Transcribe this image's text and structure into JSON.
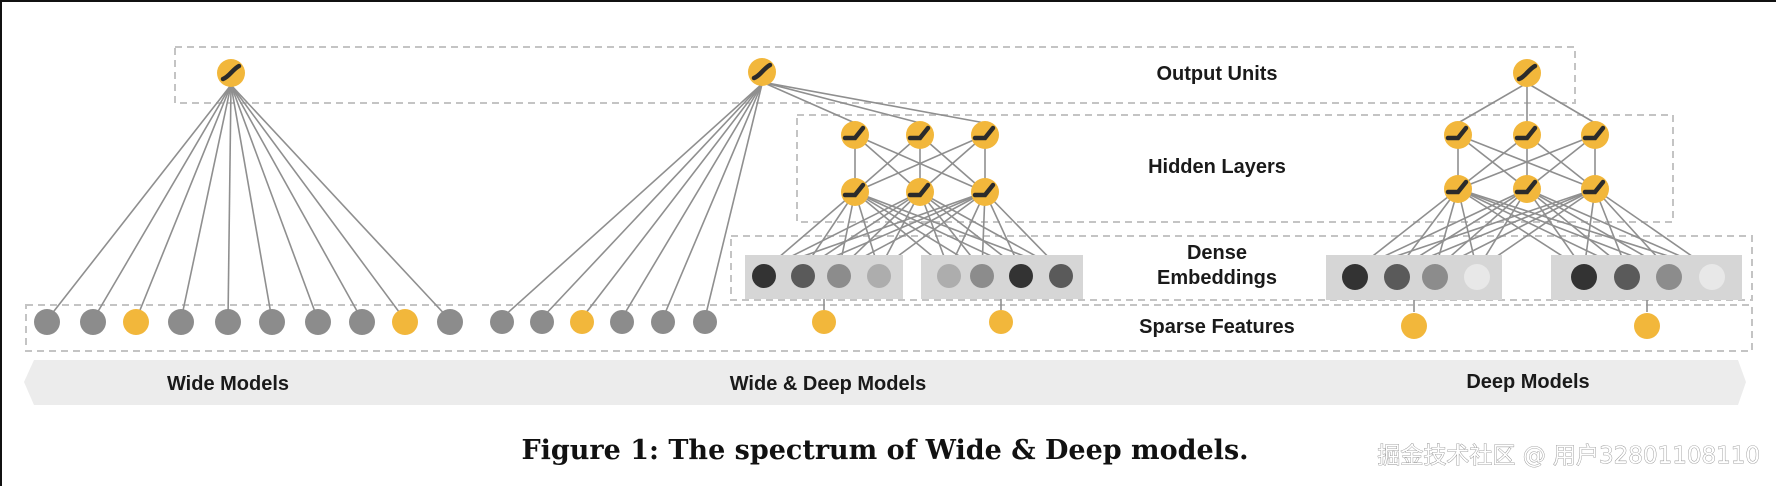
{
  "figure": {
    "caption": "Figure 1: The spectrum of Wide & Deep models.",
    "watermark": "掘金技术社区 @ 用户32801108110",
    "layer_labels": {
      "output": "Output Units",
      "hidden": "Hidden Layers",
      "dense_line1": "Dense",
      "dense_line2": "Embeddings",
      "sparse": "Sparse Features"
    },
    "spectrum": [
      "Wide Models",
      "Wide & Deep Models",
      "Deep Models"
    ],
    "colors": {
      "unit_yellow": "#f2b73b",
      "sparse_gray": "#8c8c8c",
      "edge": "#8f8f8f",
      "dashed": "#c4c4c4",
      "embed_box": "#d6d6d6",
      "band": "#ececec",
      "emb_shades": [
        "#333333",
        "#5a5a5a",
        "#8c8c8c",
        "#adadad",
        "#e8e8e8"
      ]
    },
    "models": {
      "wide": {
        "sparse_features": [
          "gray",
          "gray",
          "yellow",
          "gray",
          "gray",
          "gray",
          "gray",
          "gray",
          "yellow",
          "gray"
        ],
        "output_units": 1
      },
      "wide_deep": {
        "wide_sparse_features": [
          "gray",
          "gray",
          "yellow",
          "gray",
          "gray",
          "gray"
        ],
        "embedding_groups": [
          [
            0,
            1,
            2,
            3
          ],
          [
            3,
            2,
            0,
            1
          ]
        ],
        "hidden_layers": [
          3,
          3
        ],
        "categorical_sparse_features": 2,
        "output_units": 1
      },
      "deep": {
        "embedding_groups": [
          [
            0,
            1,
            2,
            4
          ],
          [
            0,
            1,
            2,
            4
          ]
        ],
        "hidden_layers": [
          3,
          3
        ],
        "categorical_sparse_features": 2,
        "output_units": 1
      }
    }
  }
}
